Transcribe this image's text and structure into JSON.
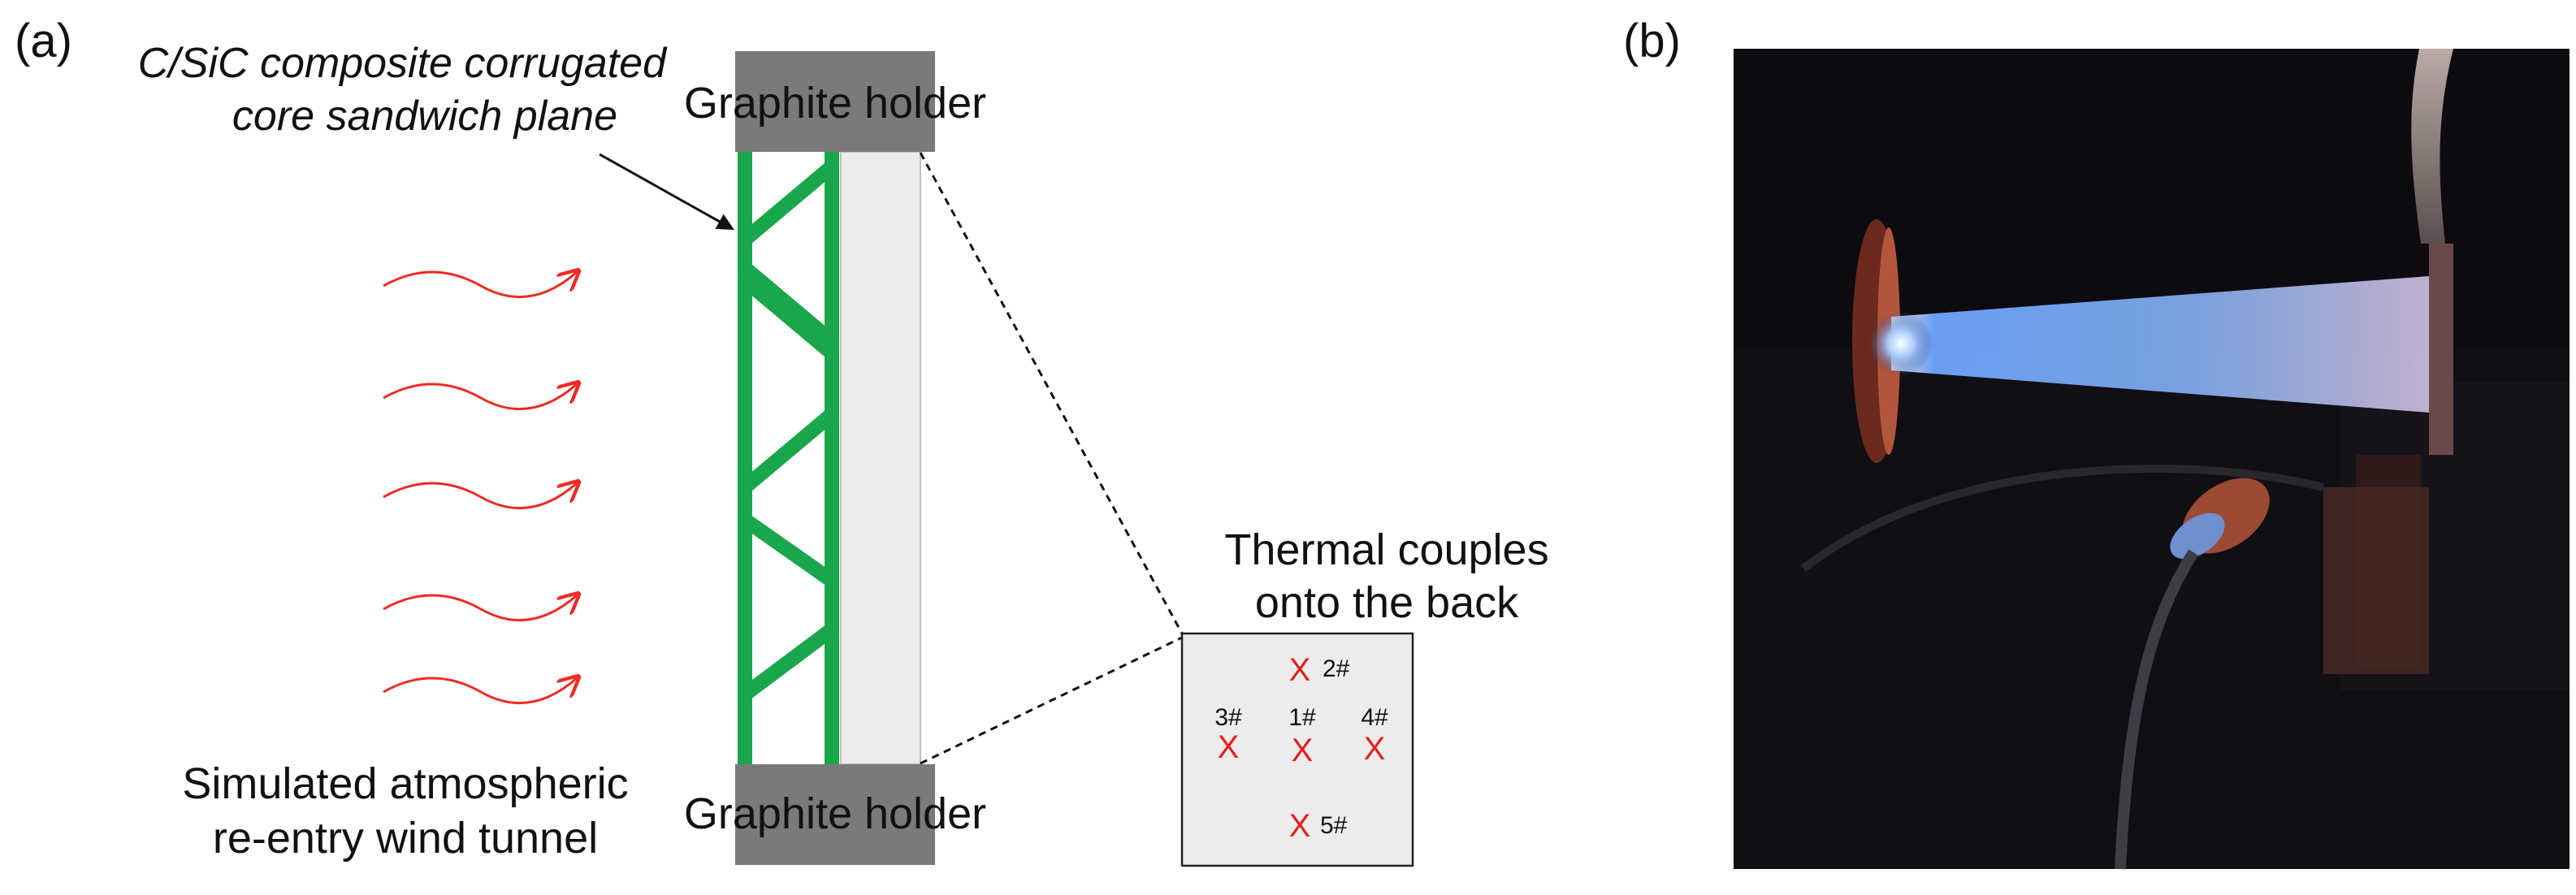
{
  "panel_a": {
    "label": "(a)",
    "specimen_label_line1": "C/SiC composite corrugated",
    "specimen_label_line2": "core sandwich plane",
    "holder_top": "Graphite holder",
    "holder_bottom": "Graphite holder",
    "tunnel_label_line1": "Simulated atmospheric",
    "tunnel_label_line2": "re-entry wind tunnel",
    "thermocouple_title_line1": "Thermal couples",
    "thermocouple_title_line2": "onto the back",
    "thermocouples": [
      {
        "id": "2#",
        "mark": "X"
      },
      {
        "id": "3#",
        "mark": "X"
      },
      {
        "id": "1#",
        "mark": "X"
      },
      {
        "id": "4#",
        "mark": "X"
      },
      {
        "id": "5#",
        "mark": "X"
      }
    ]
  },
  "panel_b": {
    "label": "(b)"
  },
  "colors": {
    "core_green": "#1aa64a",
    "holder_gray": "#7a7a7a",
    "flow_red": "#ee2a24",
    "marker_red": "#e0201c",
    "plate_fill": "#ececec",
    "plume_blue": "#7fb2ff"
  }
}
